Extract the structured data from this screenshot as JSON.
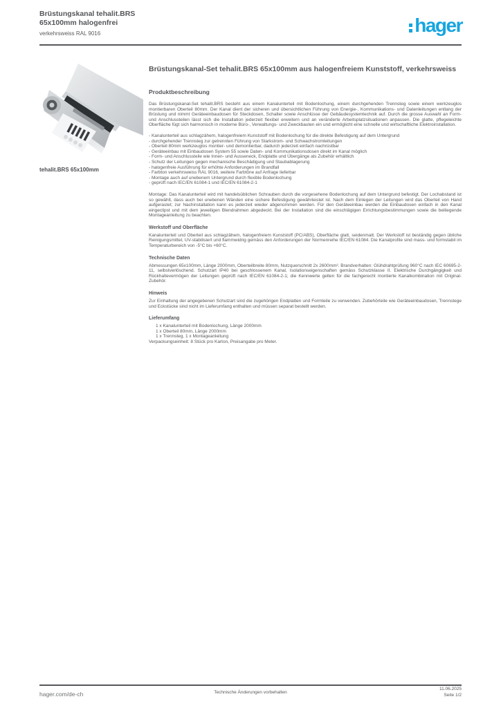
{
  "brand": {
    "logo_text": "hager",
    "logo_color": "#17A5E0"
  },
  "header": {
    "title_line1": "Brüstungskanal tehalit.BRS",
    "title_line2": "65x100mm halogenfrei",
    "subtitle": "verkehrsweiss RAL 9016"
  },
  "image_caption": "tehalit.BRS 65x100mm",
  "article": {
    "title": "Brüstungskanal-Set tehalit.BRS 65x100mm aus halogenfreiem Kunststoff, verkehrsweiss",
    "section_heading": "Produktbeschreibung",
    "intro": "Das Brüstungskanal-Set tehalit.BRS besteht aus einem Kanalunterteil mit Bodenlochung, einem durchgehenden Trennsteg sowie einem werkzeuglos montierbaren Oberteil 80mm. Der Kanal dient der sicheren und übersichtlichen Führung von Energie-, Kommunikations- und Datenleitungen entlang der Brüstung und nimmt Geräteeinbaudosen für Steckdosen, Schalter sowie Anschlüsse der Gebäudesystemtechnik auf. Durch die grosse Auswahl an Form- und Anschlussteilen lässt sich die Installation jederzeit flexibel erweitern und an veränderte Arbeitsplatzsituationen anpassen. Die glatte, pflegeleichte Oberfläche fügt sich harmonisch in moderne Büro-, Verwaltungs- und Zweckbauten ein und ermöglicht eine schnelle und wirtschaftliche Elektroinstallation.",
    "features": [
      "- Kanalunterteil aus schlagzähem, halogenfreiem Kunststoff mit Bodenlochung für die direkte Befestigung auf dem Untergrund",
      "- durchgehender Trennsteg zur getrennten Führung von Starkstrom- und Schwachstromleitungen",
      "- Oberteil 80mm werkzeuglos montier- und demontierbar, dadurch jederzeit einfach nachrüstbar",
      "- Geräteeinbau mit Einbaudosen System 55 sowie Daten- und Kommunikationsdosen direkt im Kanal möglich",
      "- Form- und Anschlussteile wie Innen- und Ausseneck, Endplatte und Übergänge als Zubehör erhältlich",
      "- Schutz der Leitungen gegen mechanische Beschädigung und Staubablagerung",
      "- halogenfreie Ausführung für erhöhte Anforderungen im Brandfall",
      "- Farbton verkehrsweiss RAL 9016, weitere Farbtöne auf Anfrage lieferbar",
      "- Montage auch auf unebenem Untergrund durch flexible Bodenlochung",
      "- geprüft nach IEC/EN 61084-1 und IEC/EN 61084-2-1"
    ],
    "montage": "Montage: Das Kanalunterteil wird mit handelsüblichen Schrauben durch die vorgesehene Bodenlochung auf dem Untergrund befestigt. Der Lochabstand ist so gewählt, dass auch bei unebenen Wänden eine sichere Befestigung gewährleistet ist. Nach dem Einlegen der Leitungen wird das Oberteil von Hand aufgerastet; zur Nachinstallation kann es jederzeit wieder abgenommen werden. Für den Geräteeinbau werden die Einbaudosen einfach in den Kanal eingeclipst und mit dem jeweiligen Blendrahmen abgedeckt. Bei der Installation sind die einschlägigen Errichtungsbestimmungen sowie die beiliegende Montageanleitung zu beachten.",
    "werkstoff_heading": "Werkstoff und Oberfläche",
    "werkstoff": "Kanalunterteil und Oberteil aus schlagzähem, halogenfreiem Kunststoff (PC/ABS), Oberfläche glatt, seidenmatt. Der Werkstoff ist beständig gegen übliche Reinigungsmittel, UV-stabilisiert und flammwidrig gemäss den Anforderungen der Normenreihe IEC/EN 61084. Die Kanalprofile sind mass- und formstabil im Temperaturbereich von -5°C bis +60°C.",
    "technik_heading": "Technische Daten",
    "technik": "Abmessungen 65x100mm, Länge 2000mm, Oberteilbreite 80mm, Nutzquerschnitt 2x 2600mm². Brandverhalten: Glühdrahtprüfung 960°C nach IEC 60695-2-11, selbstverlöschend. Schutzart IP40 bei geschlossenem Kanal, Isolationseigenschaften gemäss Schutzklasse II. Elektrische Durchgängigkeit und Rückhaltevermögen der Leitungen geprüft nach IEC/EN 61084-2-1; die Kennwerte gelten für die fachgerecht montierte Kanalkombination mit Original-Zubehör.",
    "hinweis_heading": "Hinweis",
    "hinweis": "Zur Einhaltung der angegebenen Schutzart sind die zugehörigen Endplatten und Formteile zu verwenden. Zubehörteile wie Geräteeinbaudosen, Trennstege und Eckstücke sind nicht im Lieferumfang enthalten und müssen separat bestellt werden.",
    "lieferumfang_heading": "Lieferumfang",
    "lieferumfang_items": [
      "1 x Kanalunterteil mit Bodenlochung, Länge 2000mm",
      "1 x Oberteil 80mm, Länge 2000mm",
      "1 x Trennsteg, 1 x Montageanleitung",
      "Verpackungseinheit: 8 Stück pro Karton, Preisangabe pro Meter."
    ]
  },
  "footer": {
    "left": "hager.com/de-ch",
    "center": "Technische Änderungen vorbehalten",
    "right_line1": "11.06.2025",
    "right_line2": "Seite 1/2"
  }
}
